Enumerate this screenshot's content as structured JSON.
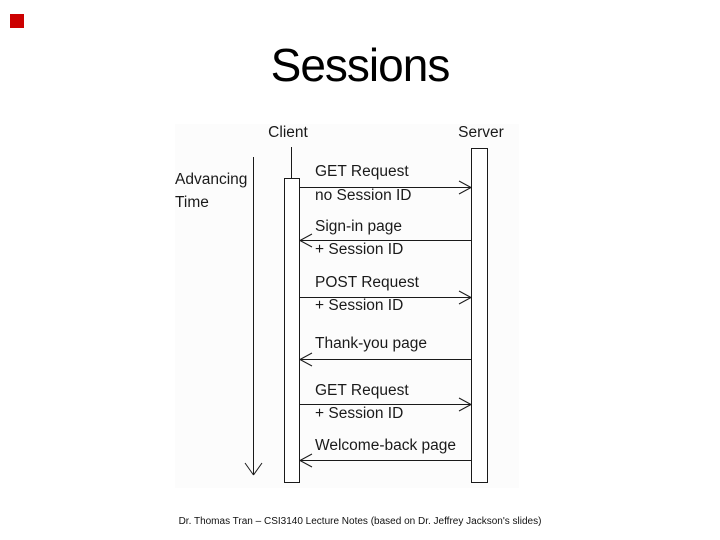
{
  "slide": {
    "title": "Sessions",
    "footer": "Dr. Thomas Tran – CSI3140 Lecture Notes (based on Dr. Jeffrey Jackson's slides)",
    "accent_color": "#cc0000"
  },
  "diagram": {
    "client_label": "Client",
    "server_label": "Server",
    "time_label_line1": "Advancing",
    "time_label_line2": "Time",
    "messages": [
      {
        "line1": "GET Request",
        "line2": "no Session ID",
        "direction": "client-to-server"
      },
      {
        "line1": "Sign-in page",
        "line2": "+ Session ID",
        "direction": "server-to-client"
      },
      {
        "line1": "POST Request",
        "line2": "+ Session ID",
        "direction": "client-to-server"
      },
      {
        "line1": "Thank-you page",
        "line2": "",
        "direction": "server-to-client"
      },
      {
        "line1": "GET Request",
        "line2": "+ Session ID",
        "direction": "client-to-server"
      },
      {
        "line1": "Welcome-back page",
        "line2": "",
        "direction": "server-to-client"
      }
    ]
  }
}
